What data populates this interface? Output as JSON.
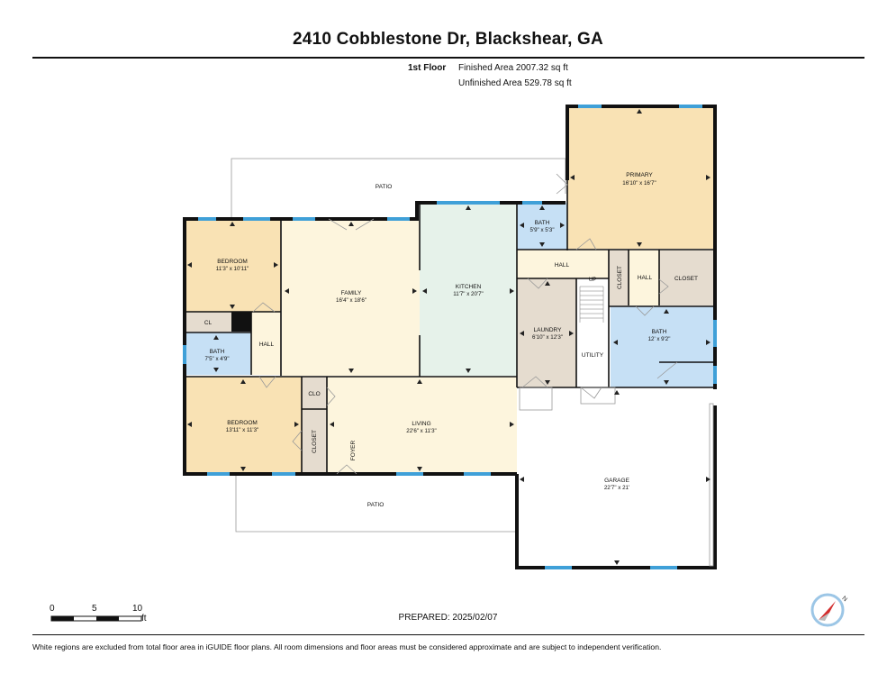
{
  "header": {
    "title": "2410 Cobblestone Dr, Blackshear, GA",
    "floor_label": "1st Floor",
    "finished_area": "Finished Area 2007.32 sq ft",
    "unfinished_area": "Unfinished Area 529.78 sq ft"
  },
  "rooms": {
    "primary": {
      "name": "PRIMARY",
      "dims": "16'10\" x 16'7\""
    },
    "bath_top": {
      "name": "BATH",
      "dims": "5'9\" x 5'3\""
    },
    "bedroom_top": {
      "name": "BEDROOM",
      "dims": "11'3\" x 10'11\""
    },
    "family": {
      "name": "FAMILY",
      "dims": "16'4\" x 18'6\""
    },
    "kitchen": {
      "name": "KITCHEN",
      "dims": "11'7\" x 20'7\""
    },
    "hall_upper": {
      "name": "HALL"
    },
    "up": {
      "name": "UP"
    },
    "closet_small_vert": {
      "name": "CLOSET"
    },
    "hall_small": {
      "name": "HALL"
    },
    "closet_right": {
      "name": "CLOSET"
    },
    "cl": {
      "name": "CL"
    },
    "bath_left": {
      "name": "BATH",
      "dims": "7'5\" x 4'9\""
    },
    "hall_left": {
      "name": "HALL"
    },
    "laundry": {
      "name": "LAUNDRY",
      "dims": "6'10\" x 12'3\""
    },
    "utility": {
      "name": "UTILITY"
    },
    "bath_right": {
      "name": "BATH",
      "dims": "12' x 9'2\""
    },
    "clo": {
      "name": "CLO"
    },
    "bedroom_bottom": {
      "name": "BEDROOM",
      "dims": "13'11\" x 11'3\""
    },
    "closet_vert": {
      "name": "CLOSET"
    },
    "foyer": {
      "name": "FOYER"
    },
    "living": {
      "name": "LIVING",
      "dims": "22'6\" x 11'3\""
    },
    "garage": {
      "name": "GARAGE",
      "dims": "22'7\" x 21'"
    },
    "patio_top": {
      "name": "PATIO"
    },
    "patio_bottom": {
      "name": "PATIO"
    }
  },
  "scale": {
    "tick_0": "0",
    "tick_5": "5",
    "tick_10": "10",
    "unit": "ft"
  },
  "compass": {
    "north_label": "N"
  },
  "footer": {
    "prepared": "PREPARED: 2025/02/07",
    "disclaimer": "White regions are excluded from total floor area in iGUIDE floor plans. All room dimensions and floor areas must be considered approximate and are subject to independent verification."
  },
  "colors": {
    "bedroom": "#f9e2b4",
    "primary": "#f9e2b4",
    "bath": "#c6e0f5",
    "family": "#fdf5dd",
    "kitchen": "#e6f2ea",
    "closet": "#e5dccf",
    "laundry": "#e5dccf",
    "hall": "#fdf5dd",
    "window": "#3fa0d8",
    "wall": "#111111"
  }
}
